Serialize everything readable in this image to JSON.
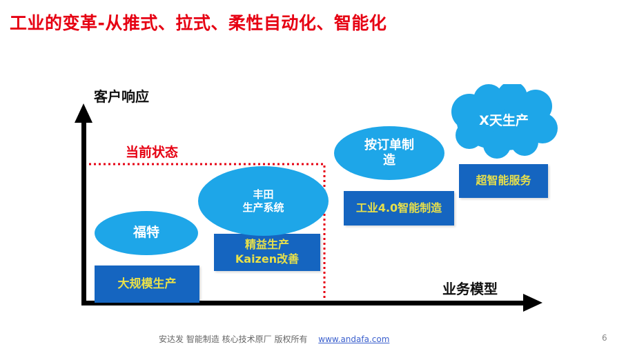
{
  "title": "工业的变革-从推式、拉式、柔性自动化、智能化",
  "axes": {
    "y_label": "客户响应",
    "x_label": "业务模型"
  },
  "current_state_label": "当前状态",
  "ellipses": {
    "ford": "福特",
    "toyota_line1": "丰田",
    "toyota_line2": "生产系统",
    "bto_line1": "按订单制",
    "bto_line2": "造",
    "cloud": "X天生产"
  },
  "boxes": {
    "mass": "大规模生产",
    "lean_line1": "精益生产",
    "lean_line2": "Kaizen改善",
    "industry40": "工业4.0智能制造",
    "super": "超智能服务"
  },
  "footer": {
    "text": "安达发   智能制造 核心技术原厂    版权所有",
    "link": "www.andafa.com"
  },
  "page_number": "6",
  "colors": {
    "title_red": "#e60012",
    "ellipse_blue": "#1ea6e8",
    "box_blue": "#1565c0",
    "box_text": "#e8e04a"
  }
}
